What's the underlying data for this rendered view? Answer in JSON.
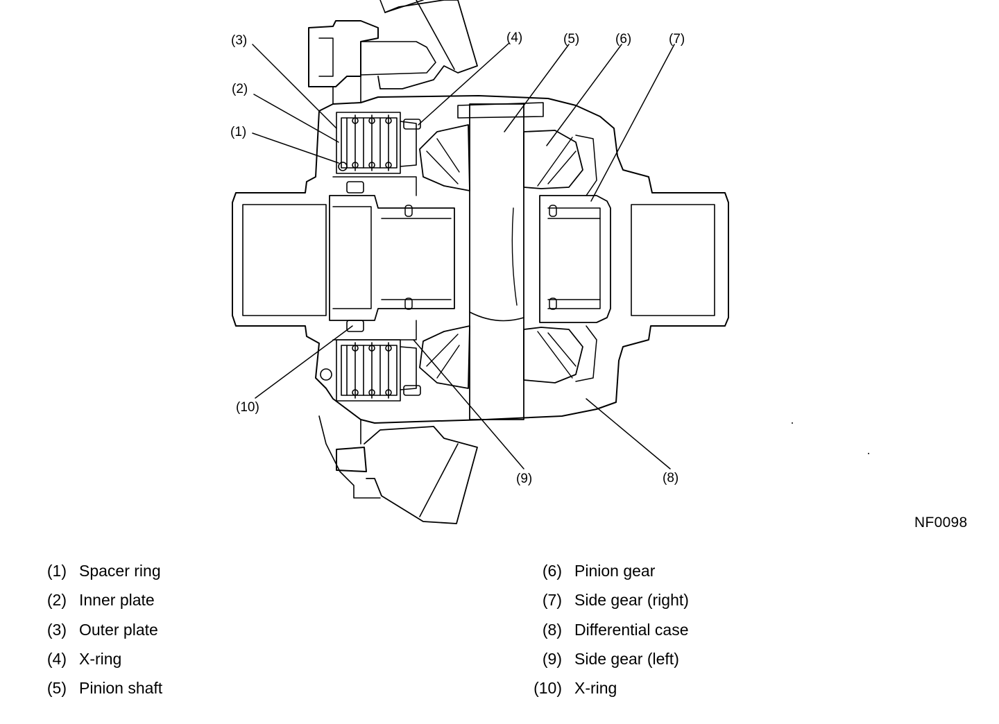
{
  "figure_code": "NF0098",
  "callouts": [
    {
      "num": "(1)"
    },
    {
      "num": "(2)"
    },
    {
      "num": "(3)"
    },
    {
      "num": "(4)"
    },
    {
      "num": "(5)"
    },
    {
      "num": "(6)"
    },
    {
      "num": "(7)"
    },
    {
      "num": "(8)"
    },
    {
      "num": "(9)"
    },
    {
      "num": "(10)"
    }
  ],
  "legend": {
    "left": [
      {
        "num": "(1)",
        "label": "Spacer ring"
      },
      {
        "num": "(2)",
        "label": "Inner plate"
      },
      {
        "num": "(3)",
        "label": "Outer plate"
      },
      {
        "num": "(4)",
        "label": "X-ring"
      },
      {
        "num": "(5)",
        "label": "Pinion shaft"
      }
    ],
    "right": [
      {
        "num": "(6)",
        "label": "Pinion gear"
      },
      {
        "num": "(7)",
        "label": "Side gear (right)"
      },
      {
        "num": "(8)",
        "label": "Differential case"
      },
      {
        "num": "(9)",
        "label": "Side gear (left)"
      },
      {
        "num": "(10)",
        "label": "X-ring"
      }
    ]
  }
}
